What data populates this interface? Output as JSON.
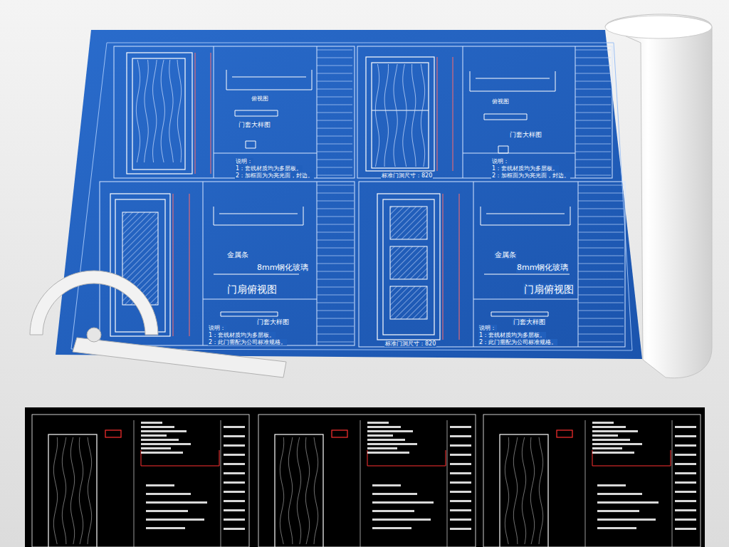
{
  "diagram": {
    "labels": [
      "俯视图",
      "门套大样图",
      "说明：",
      "1：套线材质均为多层板。",
      "2：加框面为为亮光面，封边。",
      "俯视图",
      "门套大样图",
      "说明：",
      "1：套线材质均为多层板。",
      "2：加框面为为亮光面，封边。",
      "标准门洞尺寸：820",
      "金属条",
      "8mm钢化玻璃",
      "门扇俯视图",
      "门套大样图",
      "说明：",
      "1：套线材质均为多层板。",
      "2：此门需配为公司标准规格。",
      "金属条",
      "8mm钢化玻璃",
      "门扇俯视图",
      "门套大样图",
      "说明：",
      "1：套线材质均为多层板。",
      "2：此门需配为公司标准规格。",
      "标准门洞尺寸：820"
    ]
  }
}
